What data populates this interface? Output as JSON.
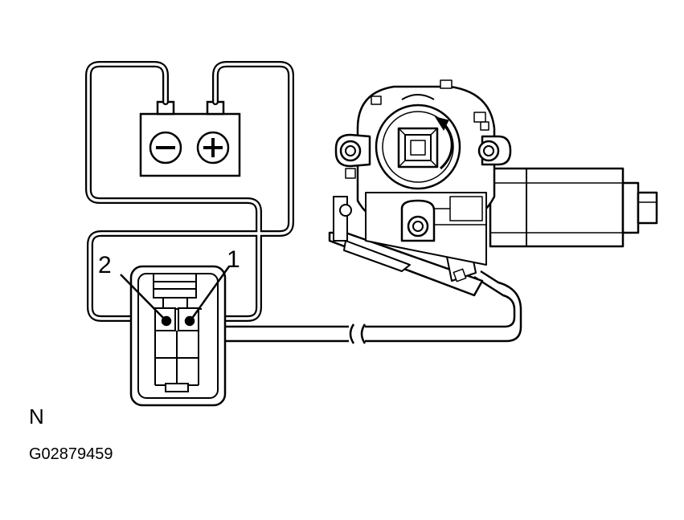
{
  "diagram": {
    "pin_labels": {
      "pin2": "2",
      "pin1": "1"
    },
    "view_label": "N",
    "figure_code": "G02879459",
    "battery": {
      "negative_symbol": "minus-icon",
      "positive_symbol": "plus-icon"
    },
    "motor": {
      "rotation_arrow": "rotation-arrow-icon"
    }
  }
}
